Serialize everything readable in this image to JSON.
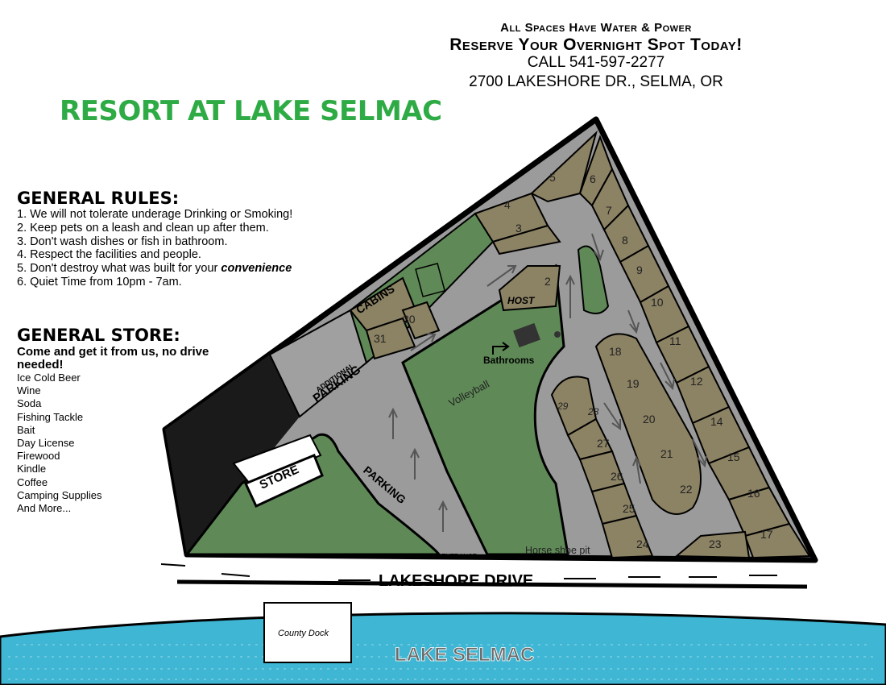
{
  "header": {
    "line1": "All Spaces Have Water & Power",
    "line2": "Reserve Your Overnight Spot Today!",
    "phone": "CALL 541-597-2277",
    "address": "2700 LAKESHORE DR., SELMA, OR"
  },
  "title": "RESORT AT LAKE SELMAC",
  "rules": {
    "heading": "GENERAL RULES:",
    "items": [
      "1. We will not tolerate underage Drinking or Smoking!",
      "2. Keep pets on a leash and clean up after them.",
      "3. Don't wash dishes or fish in bathroom.",
      "4. Respect the facilities and people.",
      "5. Don't destroy what was built for your",
      "6. Quiet Time from 10pm - 7am."
    ],
    "item5_emphasis": "convenience"
  },
  "store": {
    "heading": "GENERAL STORE:",
    "tagline": "Come and get it from us, no drive needed!",
    "items": [
      "Ice Cold Beer",
      "Wine",
      "Soda",
      "Fishing Tackle",
      "Bait",
      "Day License",
      "Firewood",
      "Kindle",
      "Coffee",
      "Camping Supplies",
      "And More..."
    ]
  },
  "map": {
    "labels": {
      "cabins": "CABINS",
      "host": "HOST",
      "bathrooms": "Bathrooms",
      "volleyball": "Volleyball",
      "additional": "ADDITIONAL",
      "parking_top": "PARKING",
      "store": "STORE",
      "parking": "PARKING",
      "entrance": "ENTRANCE",
      "horseshoe": "Horse shoe pit",
      "road": "LAKESHORE DRIVE",
      "dock": "County Dock",
      "lake": "LAKE SELMAC"
    },
    "sites": [
      "2",
      "3",
      "4",
      "5",
      "6",
      "7",
      "8",
      "9",
      "10",
      "11",
      "12",
      "14",
      "15",
      "16",
      "17",
      "18",
      "19",
      "20",
      "21",
      "22",
      "23",
      "24",
      "25",
      "26",
      "27",
      "28",
      "29",
      "30",
      "31"
    ]
  },
  "colors": {
    "grass": "#5f8a57",
    "road": "#9b9b9b",
    "site": "#8c8264",
    "water": "#3fb6d3",
    "title": "#2eab45",
    "outline": "#000000"
  }
}
